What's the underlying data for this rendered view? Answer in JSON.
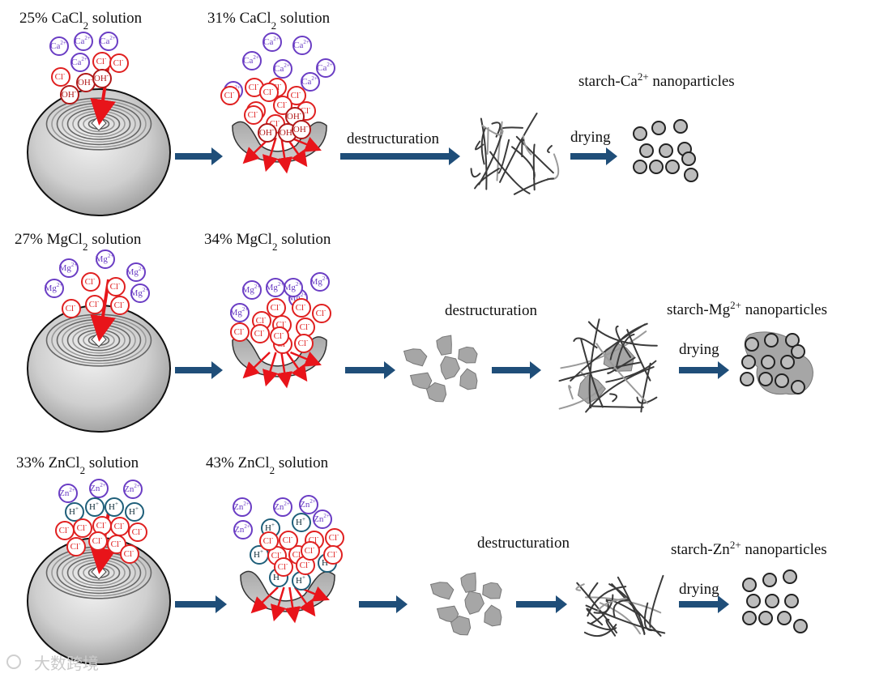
{
  "rows": [
    {
      "id": "ca",
      "initial_solution": {
        "prefix": "25% CaCl",
        "sub": "2",
        "suffix": " solution"
      },
      "final_solution": {
        "prefix": "31% CaCl",
        "sub": "2",
        "suffix": " solution"
      },
      "cation_label": "Ca",
      "cation_charge": "2+",
      "ions_initial": [
        {
          "t": "Ca",
          "s": "2+",
          "k": "cat"
        },
        {
          "t": "Ca",
          "s": "2+",
          "k": "cat"
        },
        {
          "t": "Ca",
          "s": "2+",
          "k": "cat"
        },
        {
          "t": "Ca",
          "s": "2+",
          "k": "cat"
        },
        {
          "t": "Cl",
          "s": "-",
          "k": "an"
        },
        {
          "t": "Cl",
          "s": "-",
          "k": "an"
        },
        {
          "t": "Cl",
          "s": "-",
          "k": "an"
        },
        {
          "t": "OH",
          "s": "-",
          "k": "oh"
        },
        {
          "t": "OH",
          "s": "-",
          "k": "oh"
        },
        {
          "t": "OH",
          "s": "-",
          "k": "oh"
        }
      ],
      "ions_final": [
        {
          "t": "Ca",
          "s": "2+",
          "k": "cat"
        },
        {
          "t": "Ca",
          "s": "2+",
          "k": "cat"
        },
        {
          "t": "Ca",
          "s": "2+",
          "k": "cat"
        },
        {
          "t": "Ca",
          "s": "2+",
          "k": "cat"
        },
        {
          "t": "Ca",
          "s": "2+",
          "k": "cat"
        },
        {
          "t": "Ca",
          "s": "2+",
          "k": "cat"
        },
        {
          "t": "Ca",
          "s": "2+",
          "k": "cat"
        },
        {
          "t": "Cl",
          "s": "-",
          "k": "an"
        },
        {
          "t": "Cl",
          "s": "-",
          "k": "an"
        },
        {
          "t": "Cl",
          "s": "-",
          "k": "an"
        },
        {
          "t": "Cl",
          "s": "-",
          "k": "an"
        },
        {
          "t": "Cl",
          "s": "-",
          "k": "an"
        },
        {
          "t": "Cl",
          "s": "-",
          "k": "an"
        },
        {
          "t": "Cl",
          "s": "-",
          "k": "an"
        },
        {
          "t": "Cl",
          "s": "-",
          "k": "an"
        },
        {
          "t": "Cl",
          "s": "-",
          "k": "an"
        },
        {
          "t": "Cl",
          "s": "-",
          "k": "an"
        },
        {
          "t": "OH",
          "s": "-",
          "k": "oh"
        },
        {
          "t": "OH",
          "s": "-",
          "k": "oh"
        },
        {
          "t": "OH",
          "s": "-",
          "k": "oh"
        },
        {
          "t": "OH",
          "s": "-",
          "k": "oh"
        }
      ],
      "step1_label": "destructuration",
      "step2_label": "",
      "drying_label": "drying",
      "product": {
        "prefix": "starch-Ca",
        "sup": "2+",
        "suffix": " nanoparticles"
      }
    },
    {
      "id": "mg",
      "initial_solution": {
        "prefix": "27% MgCl",
        "sub": "2",
        "suffix": " solution"
      },
      "final_solution": {
        "prefix": "34% MgCl",
        "sub": "2",
        "suffix": " solution"
      },
      "ions_initial": [
        {
          "t": "Mg",
          "s": "2+",
          "k": "cat"
        },
        {
          "t": "Mg",
          "s": "2+",
          "k": "cat"
        },
        {
          "t": "Mg",
          "s": "2+",
          "k": "cat"
        },
        {
          "t": "Mg",
          "s": "2+",
          "k": "cat"
        },
        {
          "t": "Mg",
          "s": "2+",
          "k": "cat"
        },
        {
          "t": "Cl",
          "s": "-",
          "k": "an"
        },
        {
          "t": "Cl",
          "s": "-",
          "k": "an"
        },
        {
          "t": "Cl",
          "s": "-",
          "k": "an"
        },
        {
          "t": "Cl",
          "s": "-",
          "k": "an"
        },
        {
          "t": "Cl",
          "s": "-",
          "k": "an"
        }
      ],
      "ions_final": [
        {
          "t": "Mg",
          "s": "2+",
          "k": "cat"
        },
        {
          "t": "Mg",
          "s": "2+",
          "k": "cat"
        },
        {
          "t": "Mg",
          "s": "2+",
          "k": "cat"
        },
        {
          "t": "Mg",
          "s": "2+",
          "k": "cat"
        },
        {
          "t": "Mg",
          "s": "2+",
          "k": "cat"
        },
        {
          "t": "Mg",
          "s": "2+",
          "k": "cat"
        },
        {
          "t": "Cl",
          "s": "-",
          "k": "an"
        },
        {
          "t": "Cl",
          "s": "-",
          "k": "an"
        },
        {
          "t": "Cl",
          "s": "-",
          "k": "an"
        },
        {
          "t": "Cl",
          "s": "-",
          "k": "an"
        },
        {
          "t": "Cl",
          "s": "-",
          "k": "an"
        },
        {
          "t": "Cl",
          "s": "-",
          "k": "an"
        },
        {
          "t": "Cl",
          "s": "-",
          "k": "an"
        },
        {
          "t": "Cl",
          "s": "-",
          "k": "an"
        },
        {
          "t": "Cl",
          "s": "-",
          "k": "an"
        },
        {
          "t": "Cl",
          "s": "-",
          "k": "an"
        },
        {
          "t": "Cl",
          "s": "-",
          "k": "an"
        }
      ],
      "step1_label": "destructuration",
      "drying_label": "drying",
      "product": {
        "prefix": "starch-Mg",
        "sup": "2+",
        "suffix": " nanoparticles"
      }
    },
    {
      "id": "zn",
      "initial_solution": {
        "prefix": "33% ZnCl",
        "sub": "2",
        "suffix": " solution"
      },
      "final_solution": {
        "prefix": "43% ZnCl",
        "sub": "2",
        "suffix": " solution"
      },
      "ions_initial": [
        {
          "t": "Zn",
          "s": "2+",
          "k": "cat"
        },
        {
          "t": "Zn",
          "s": "2+",
          "k": "cat"
        },
        {
          "t": "Zn",
          "s": "2+",
          "k": "cat"
        },
        {
          "t": "H",
          "s": "+",
          "k": "h"
        },
        {
          "t": "H",
          "s": "+",
          "k": "h"
        },
        {
          "t": "H",
          "s": "+",
          "k": "h"
        },
        {
          "t": "H",
          "s": "+",
          "k": "h"
        },
        {
          "t": "Cl",
          "s": "-",
          "k": "an"
        },
        {
          "t": "Cl",
          "s": "-",
          "k": "an"
        },
        {
          "t": "Cl",
          "s": "-",
          "k": "an"
        },
        {
          "t": "Cl",
          "s": "-",
          "k": "an"
        },
        {
          "t": "Cl",
          "s": "-",
          "k": "an"
        },
        {
          "t": "Cl",
          "s": "-",
          "k": "an"
        },
        {
          "t": "Cl",
          "s": "-",
          "k": "an"
        },
        {
          "t": "Cl",
          "s": "-",
          "k": "an"
        },
        {
          "t": "Cl",
          "s": "-",
          "k": "an"
        }
      ],
      "ions_final": [
        {
          "t": "Zn",
          "s": "2+",
          "k": "cat"
        },
        {
          "t": "Zn",
          "s": "2+",
          "k": "cat"
        },
        {
          "t": "Zn",
          "s": "2+",
          "k": "cat"
        },
        {
          "t": "Zn",
          "s": "2+",
          "k": "cat"
        },
        {
          "t": "Zn",
          "s": "2+",
          "k": "cat"
        },
        {
          "t": "H",
          "s": "+",
          "k": "h"
        },
        {
          "t": "H",
          "s": "+",
          "k": "h"
        },
        {
          "t": "H",
          "s": "+",
          "k": "h"
        },
        {
          "t": "H",
          "s": "+",
          "k": "h"
        },
        {
          "t": "H",
          "s": "+",
          "k": "h"
        },
        {
          "t": "H",
          "s": "+",
          "k": "h"
        },
        {
          "t": "Cl",
          "s": "-",
          "k": "an"
        },
        {
          "t": "Cl",
          "s": "-",
          "k": "an"
        },
        {
          "t": "Cl",
          "s": "-",
          "k": "an"
        },
        {
          "t": "Cl",
          "s": "-",
          "k": "an"
        },
        {
          "t": "Cl",
          "s": "-",
          "k": "an"
        },
        {
          "t": "Cl",
          "s": "-",
          "k": "an"
        },
        {
          "t": "Cl",
          "s": "-",
          "k": "an"
        },
        {
          "t": "Cl",
          "s": "-",
          "k": "an"
        },
        {
          "t": "Cl",
          "s": "-",
          "k": "an"
        },
        {
          "t": "Cl",
          "s": "-",
          "k": "an"
        }
      ],
      "step1_label": "destructuration",
      "drying_label": "drying",
      "product": {
        "prefix": "starch-Zn",
        "sup": "2+",
        "suffix": " nanoparticles"
      }
    }
  ],
  "colors": {
    "cation": "#6a3dc4",
    "anion": "#e02020",
    "hydroxide": "#b01818",
    "proton": "#1f5f7a",
    "arrow": "#1f4e79",
    "attack_arrow": "#e8141a",
    "granule": "#bdbdbd",
    "particle": "#a6a6a6",
    "chain": "#3a3a3a"
  },
  "watermark": "大数跨境"
}
